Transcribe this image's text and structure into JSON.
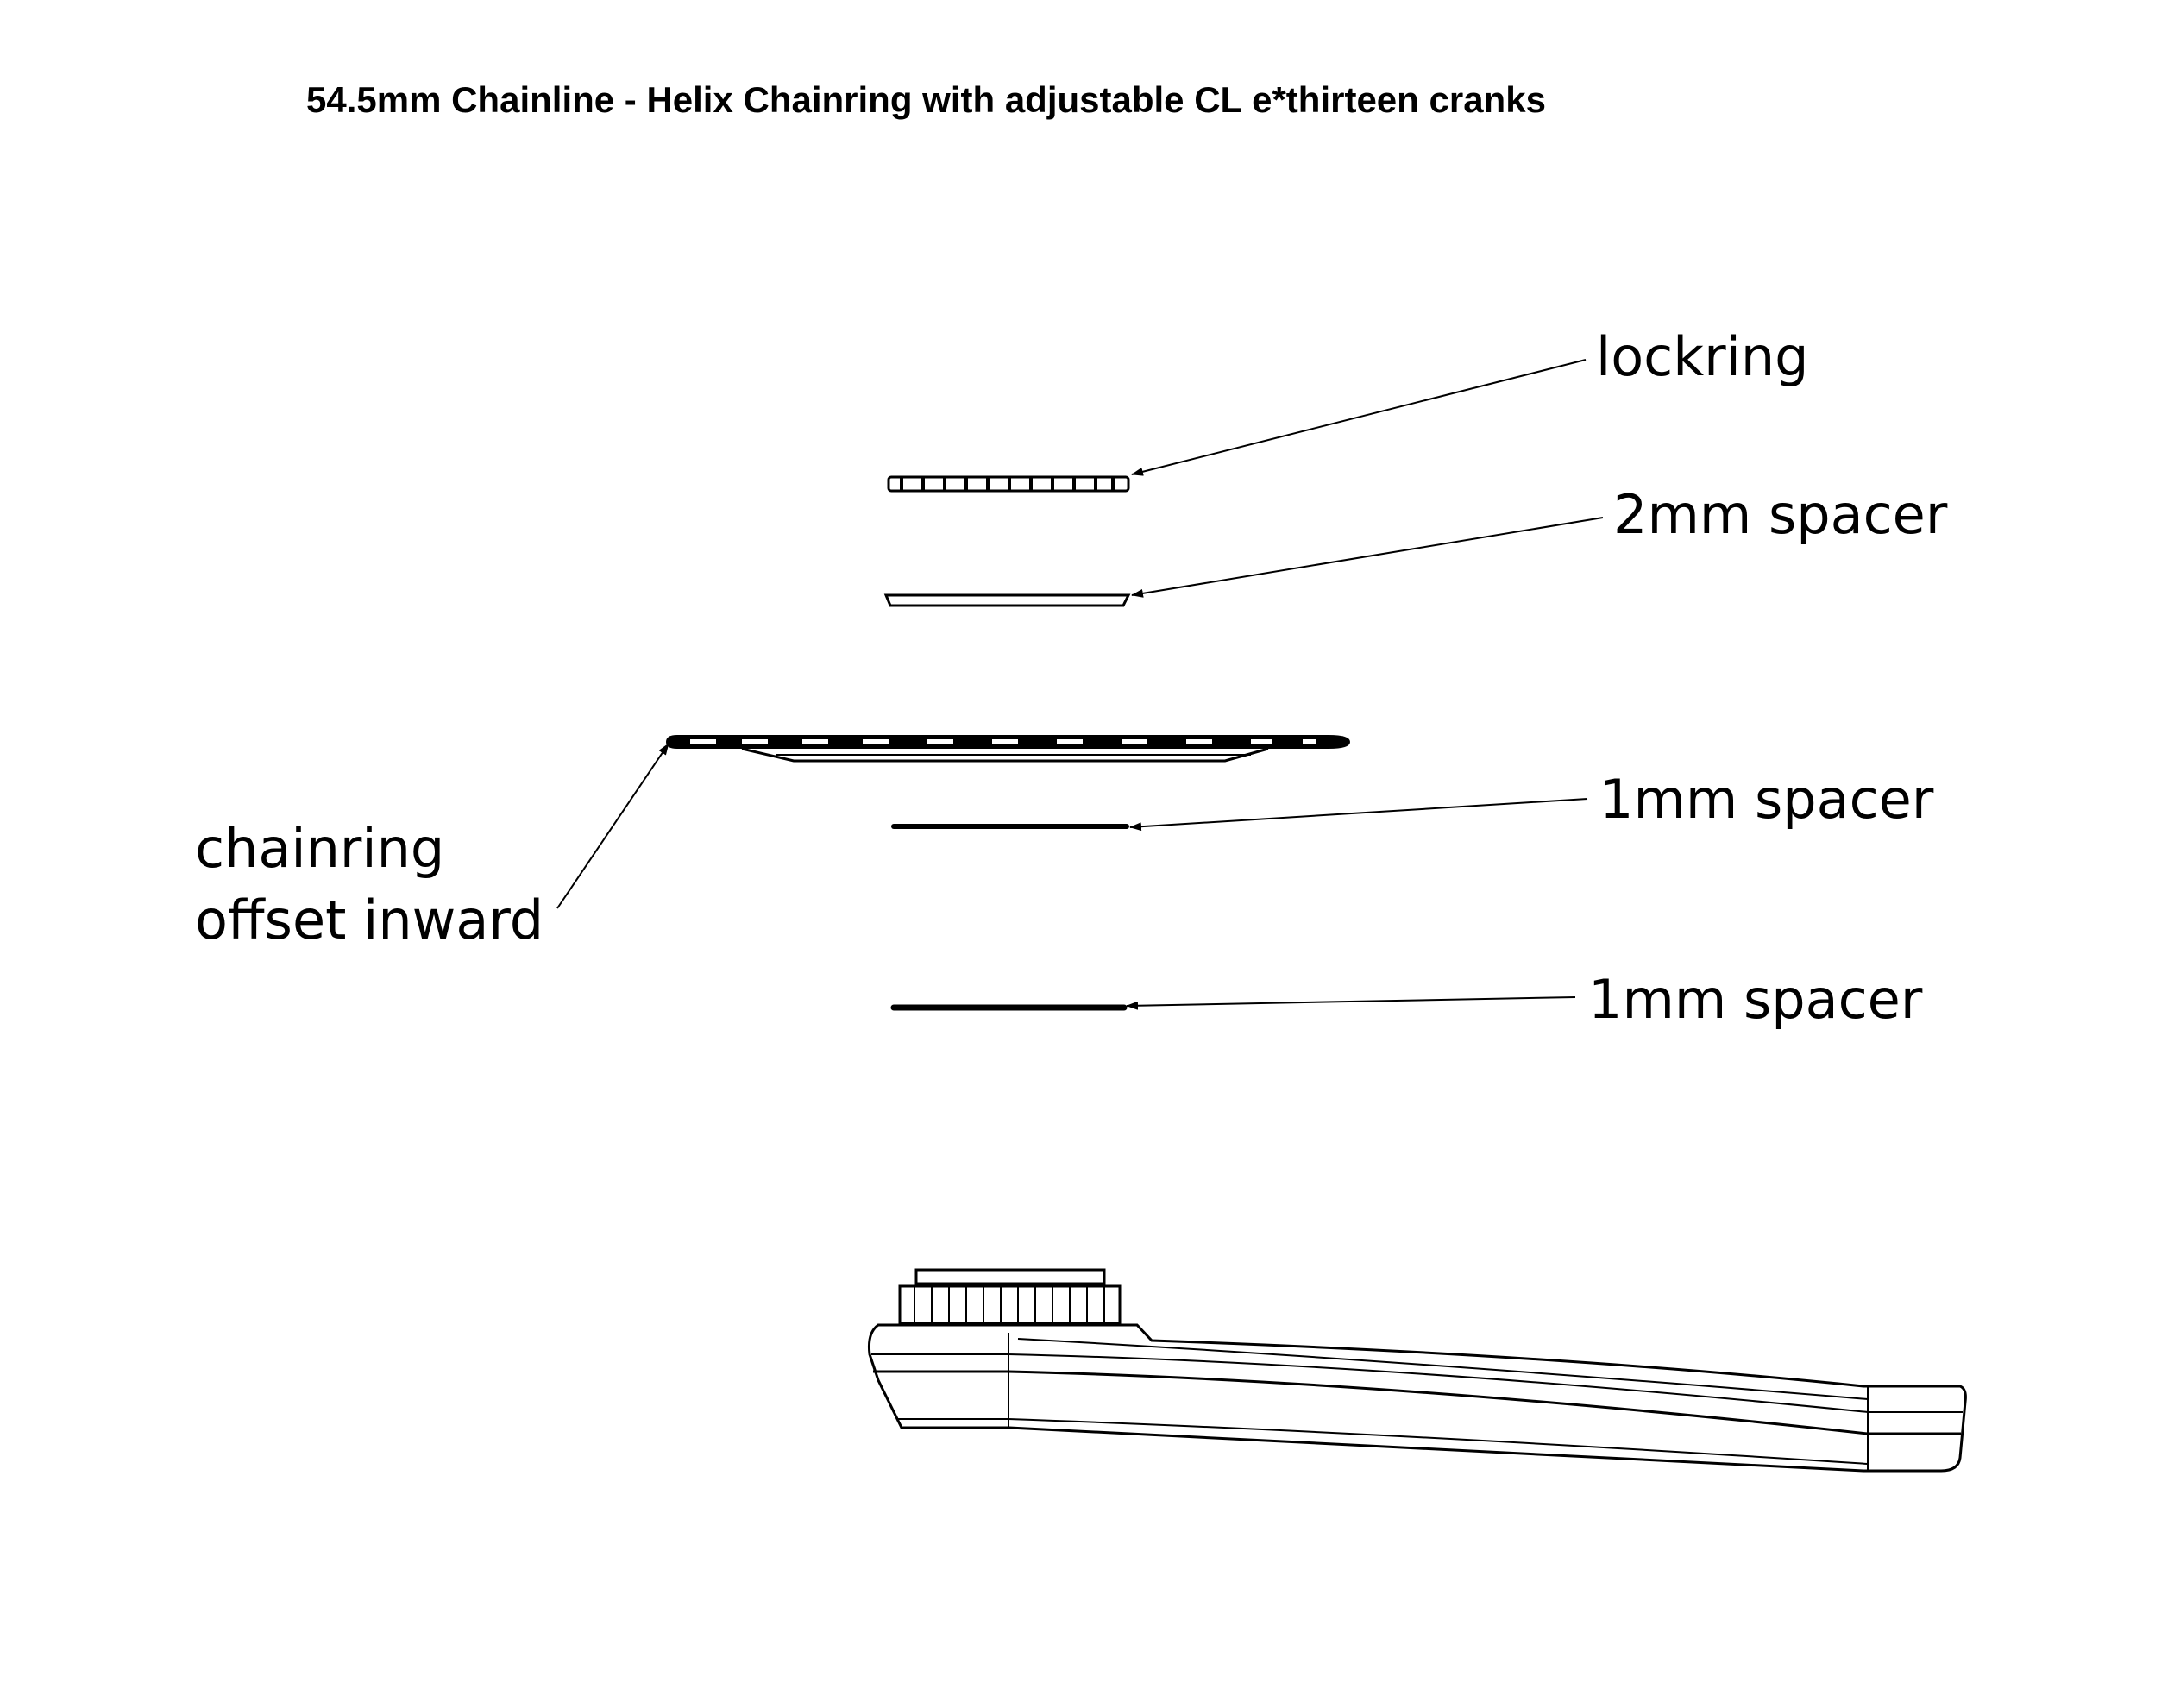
{
  "title": "54.5mm Chainline - Helix Chainring with adjustable CL e*thirteen cranks",
  "labels": {
    "lockring": "lockring",
    "spacer_2mm": "2mm spacer",
    "spacer_1mm_a": "1mm spacer",
    "spacer_1mm_b": "1mm spacer",
    "chainring_line1": "chainring",
    "chainring_line2": "offset inward"
  }
}
